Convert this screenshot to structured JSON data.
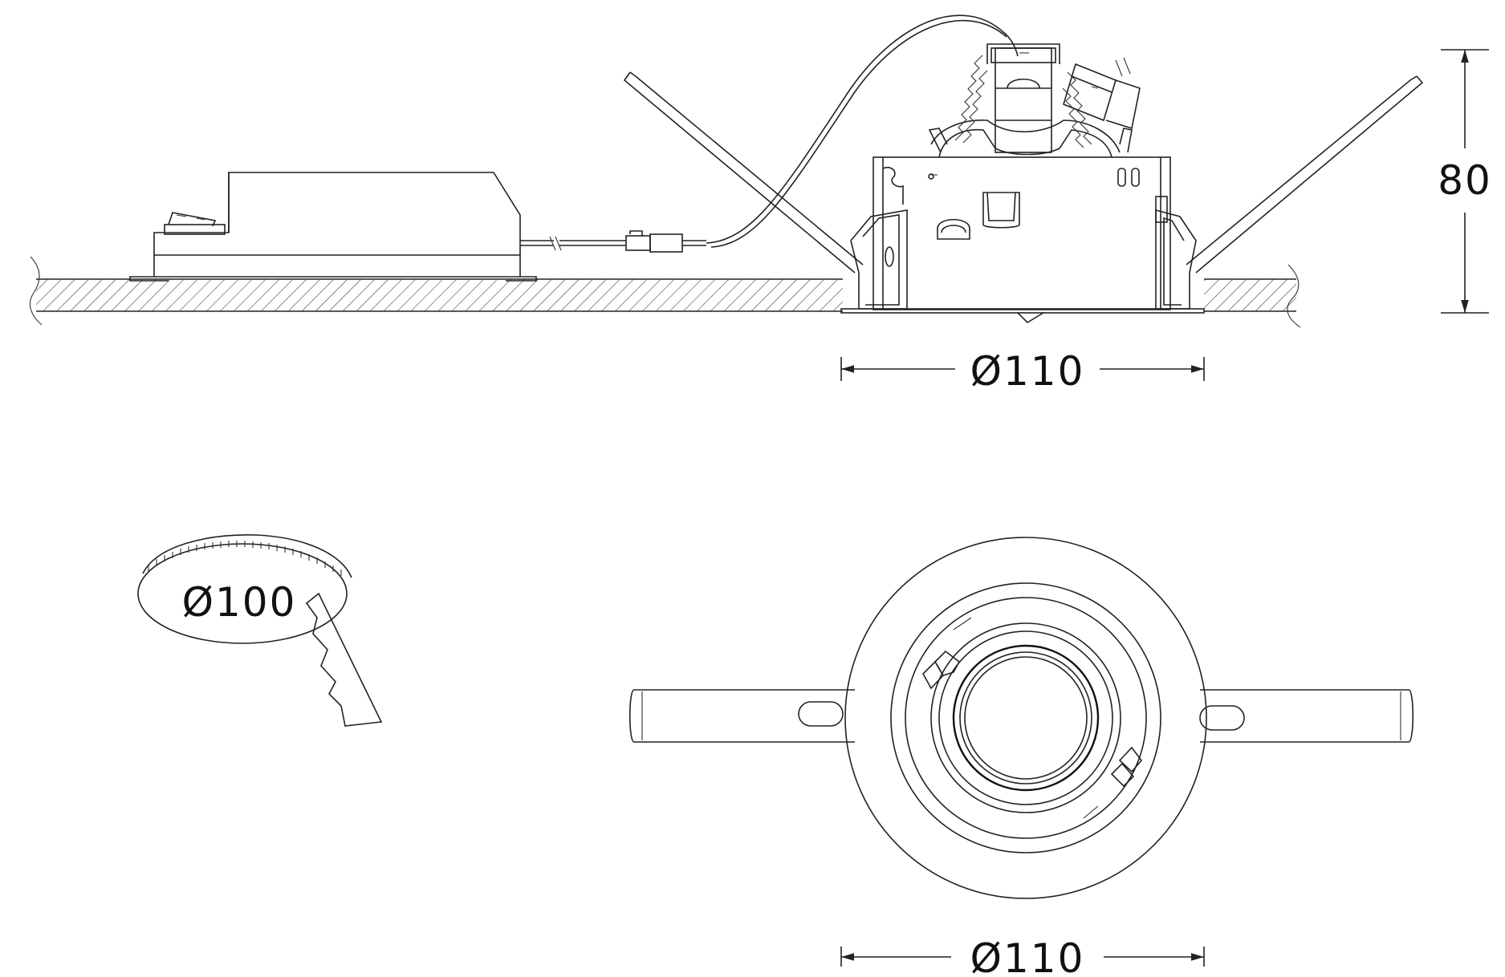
{
  "drawing": {
    "colors": {
      "line": "#222222",
      "background": "#ffffff",
      "cutout_fill": "#ffffff"
    },
    "side_view": {
      "height_label": "80",
      "width_label": "Ø110"
    },
    "cutout": {
      "diameter_label": "Ø100"
    },
    "top_view": {
      "width_label": "Ø110"
    }
  }
}
